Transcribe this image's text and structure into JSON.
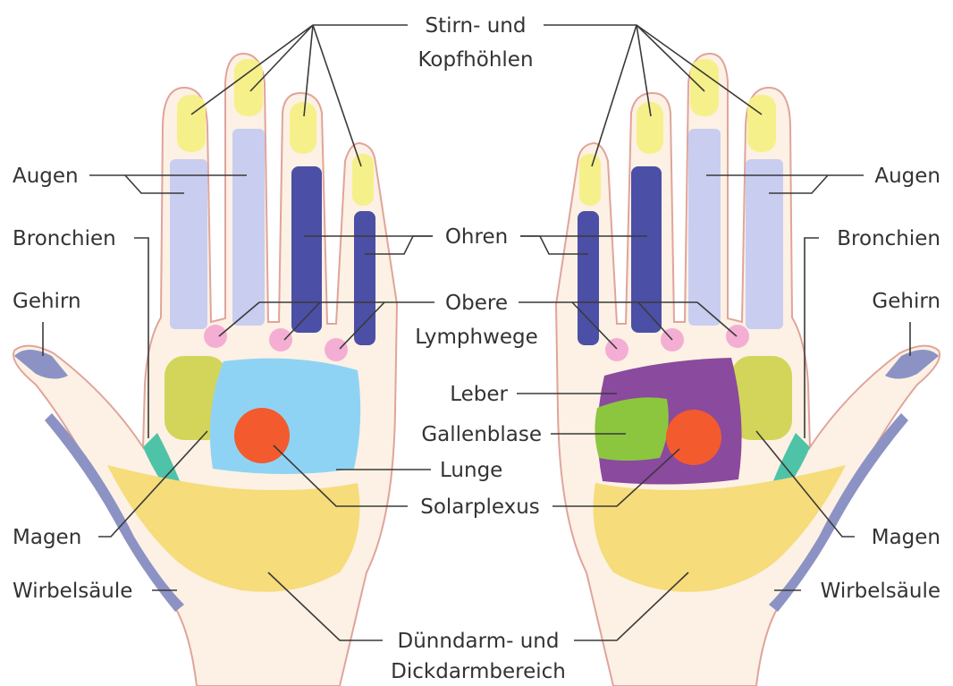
{
  "labels": {
    "stirn_line1": "Stirn- und",
    "stirn_line2": "Kopfhöhlen",
    "augen_left": "Augen",
    "augen_right": "Augen",
    "bronchien_left": "Bronchien",
    "bronchien_right": "Bronchien",
    "ohren": "Ohren",
    "gehirn_left": "Gehirn",
    "gehirn_right": "Gehirn",
    "obere_line1": "Obere",
    "obere_line2": "Lymphwege",
    "leber": "Leber",
    "gallenblase": "Gallenblase",
    "lunge": "Lunge",
    "solarplexus": "Solarplexus",
    "magen_left": "Magen",
    "magen_right": "Magen",
    "wirbel_left": "Wirbelsäule",
    "wirbel_right": "Wirbelsäule",
    "darm_line1": "Dünndarm- und",
    "darm_line2": "Dickdarmbereich"
  },
  "colors": {
    "skin": "#fcf1e4",
    "outline": "#e0a49b",
    "sinus": "#f6f08a",
    "eyes": "#c9cdf0",
    "ears": "#4c4fa6",
    "lymph": "#f4aed3",
    "stomach": "#d3d55a",
    "lung": "#8fd3f4",
    "solar_plexus": "#f35a2e",
    "liver": "#8a4a9e",
    "gall_bladder": "#8cc63f",
    "bronchi": "#4ec3a8",
    "spine": "#8c93c4",
    "intestine": "#f6dc7a"
  }
}
